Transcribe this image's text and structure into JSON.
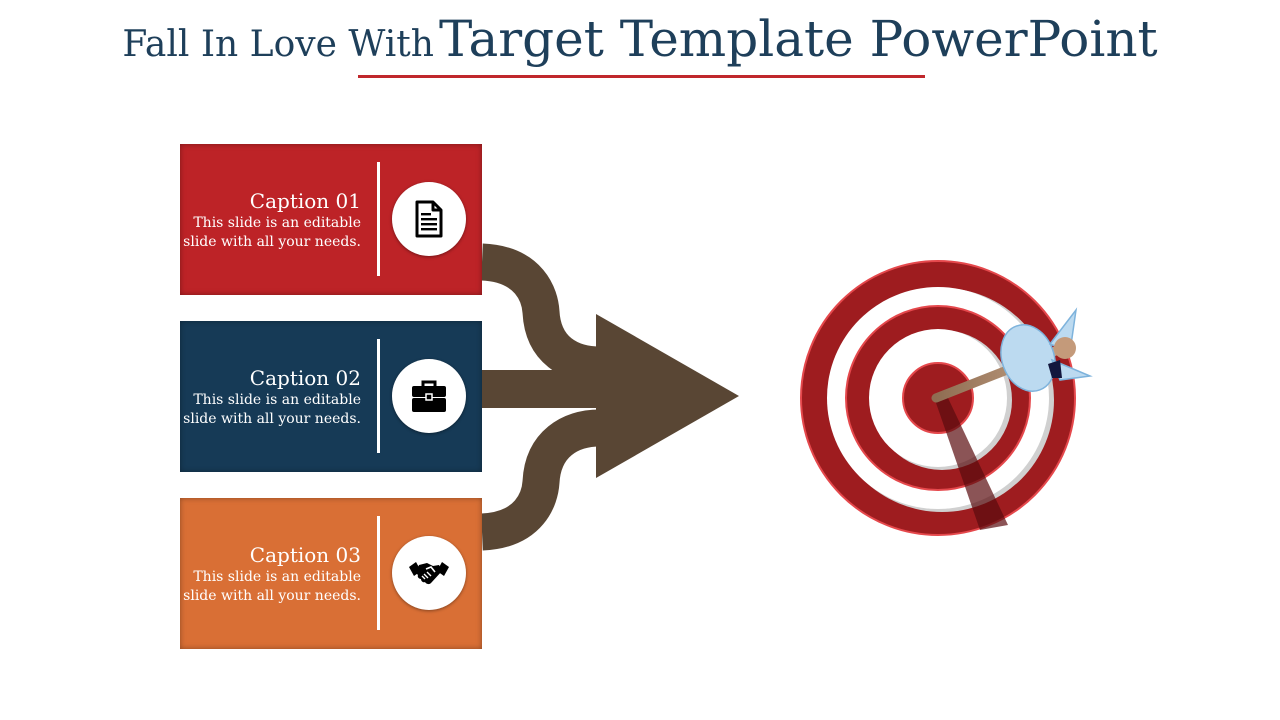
{
  "title": {
    "prefix": "Fall In Love With",
    "main": "Target Template PowerPoint"
  },
  "colors": {
    "title": "#1e3f5a",
    "underline": "#c0282c",
    "card_red": "#bd2327",
    "card_blue": "#163a56",
    "card_orange": "#d96f35",
    "arrow": "#594634",
    "target_red": "#9e1c1f",
    "dart_blue": "#bcdaf0"
  },
  "cards": [
    {
      "caption": "Caption 01",
      "line1": "This slide is an editable",
      "line2": "slide with all your needs.",
      "icon": "document-icon"
    },
    {
      "caption": "Caption 02",
      "line1": "This slide is an editable",
      "line2": "slide with all your needs.",
      "icon": "briefcase-icon"
    },
    {
      "caption": "Caption 03",
      "line1": "This slide is an editable",
      "line2": "slide with all your needs.",
      "icon": "handshake-icon"
    }
  ]
}
